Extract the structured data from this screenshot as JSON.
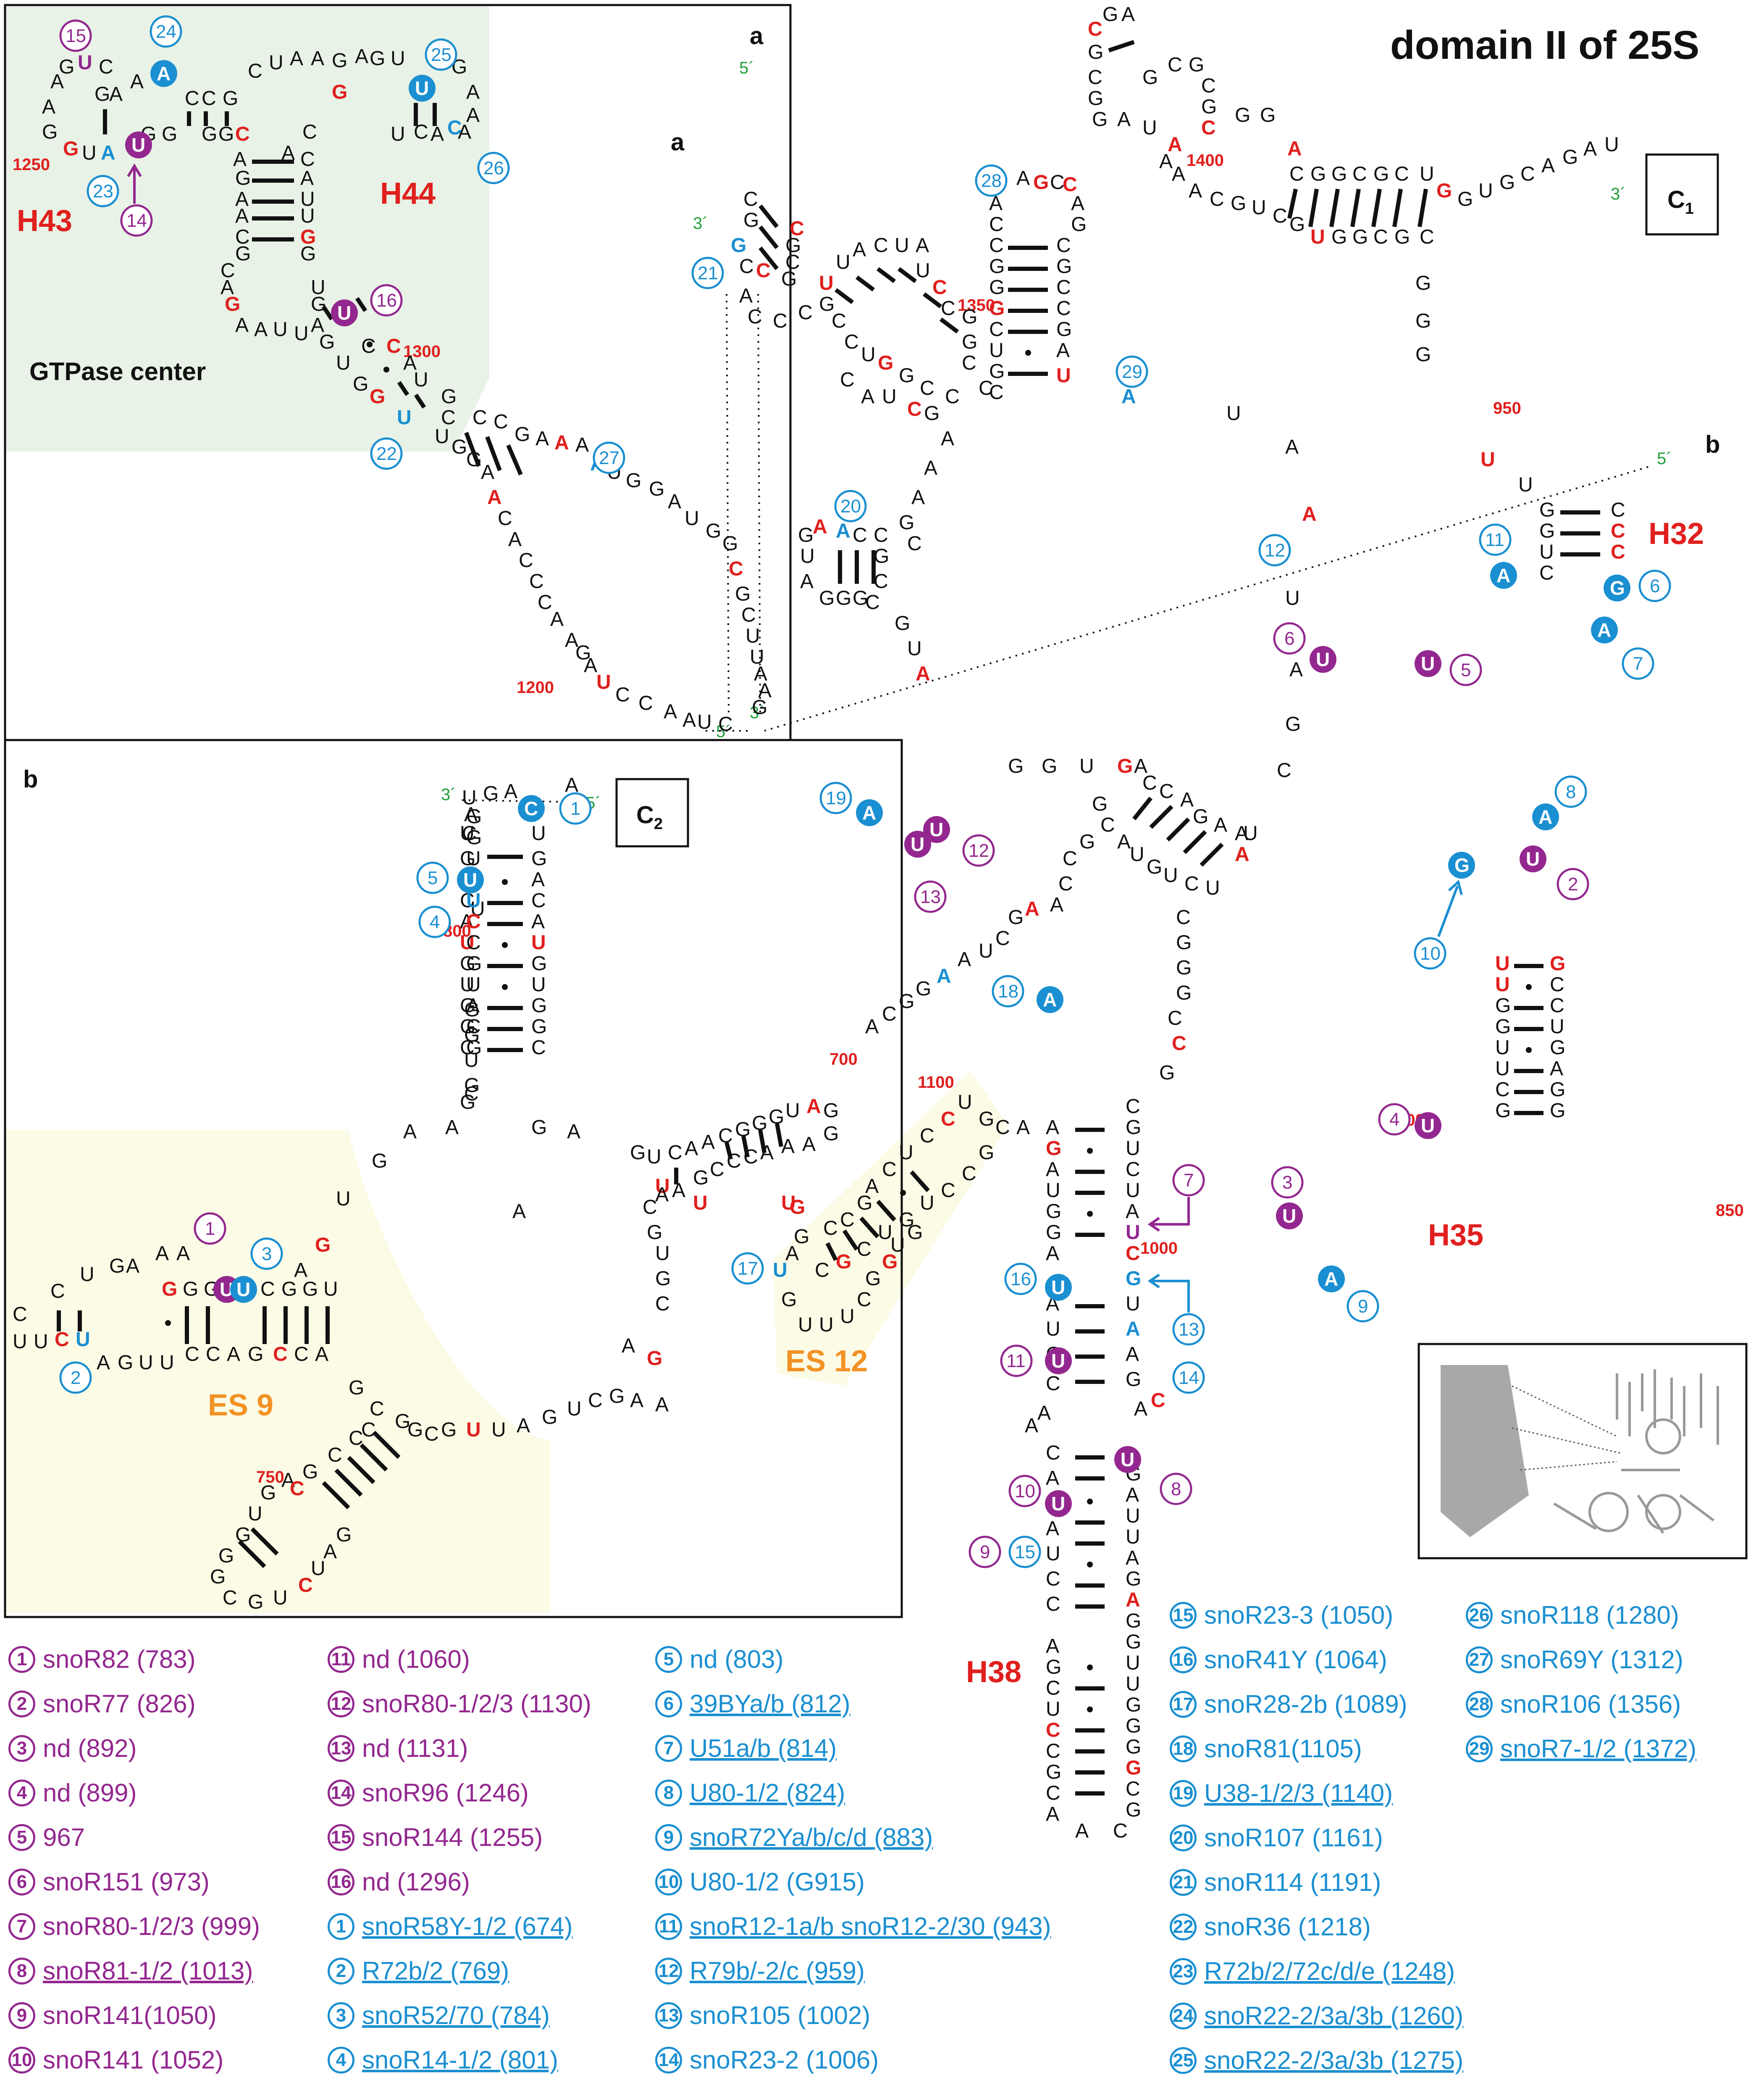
{
  "title": "domain II of 25S",
  "panels": {
    "a": "a",
    "b": "b",
    "c1": "C",
    "c1_sub": "1",
    "c2": "C",
    "c2_sub": "2"
  },
  "helix_labels": {
    "h43": "H43",
    "h44": "H44",
    "h32": "H32",
    "h35": "H35",
    "h38": "H38"
  },
  "es_labels": {
    "es9": "ES 9",
    "es12": "ES 12"
  },
  "gtpase_center": "GTPase center",
  "primes": {
    "five": "5´",
    "three": "3´"
  },
  "position_numbers": [
    "1250",
    "1300",
    "1200",
    "1350",
    "1400",
    "950",
    "1100",
    "700",
    "800",
    "750",
    "900",
    "1000",
    "850"
  ],
  "colors": {
    "red": "#e0201e",
    "blue": "#1a8fd1",
    "purple": "#93278f",
    "orange": "#f29225",
    "green_shade": "#e8f2e6",
    "yellow_shade": "#fbfbe6",
    "prime_green": "#1f9e3a"
  },
  "legend": [
    {
      "col": 0,
      "num": "1",
      "text": "snoR82 (783)",
      "color": "purple",
      "underline": false
    },
    {
      "col": 0,
      "num": "2",
      "text": "snoR77 (826)",
      "color": "purple",
      "underline": false
    },
    {
      "col": 0,
      "num": "3",
      "text": "nd (892)",
      "color": "purple",
      "underline": false
    },
    {
      "col": 0,
      "num": "4",
      "text": "nd (899)",
      "color": "purple",
      "underline": false
    },
    {
      "col": 0,
      "num": "5",
      "text": "967",
      "color": "purple",
      "underline": false
    },
    {
      "col": 0,
      "num": "6",
      "text": "snoR151 (973)",
      "color": "purple",
      "underline": false
    },
    {
      "col": 0,
      "num": "7",
      "text": "snoR80-1/2/3 (999)",
      "color": "purple",
      "underline": false
    },
    {
      "col": 0,
      "num": "8",
      "text": "snoR81-1/2 (1013)",
      "color": "purple",
      "underline": true
    },
    {
      "col": 0,
      "num": "9",
      "text": "snoR141(1050)",
      "color": "purple",
      "underline": false
    },
    {
      "col": 0,
      "num": "10",
      "text": "snoR141 (1052)",
      "color": "purple",
      "underline": false
    },
    {
      "col": 1,
      "num": "11",
      "text": "nd (1060)",
      "color": "purple",
      "underline": false
    },
    {
      "col": 1,
      "num": "12",
      "text": "snoR80-1/2/3 (1130)",
      "color": "purple",
      "underline": false
    },
    {
      "col": 1,
      "num": "13",
      "text": "nd (1131)",
      "color": "purple",
      "underline": false
    },
    {
      "col": 1,
      "num": "14",
      "text": "snoR96 (1246)",
      "color": "purple",
      "underline": false
    },
    {
      "col": 1,
      "num": "15",
      "text": "snoR144 (1255)",
      "color": "purple",
      "underline": false
    },
    {
      "col": 1,
      "num": "16",
      "text": "nd (1296)",
      "color": "purple",
      "underline": false
    },
    {
      "col": 1,
      "num": "1",
      "text": "snoR58Y-1/2 (674)",
      "color": "blue",
      "underline": true
    },
    {
      "col": 1,
      "num": "2",
      "text": "R72b/2 (769)",
      "color": "blue",
      "underline": true
    },
    {
      "col": 1,
      "num": "3",
      "text": "snoR52/70 (784)",
      "color": "blue",
      "underline": true
    },
    {
      "col": 1,
      "num": "4",
      "text": "snoR14-1/2 (801)",
      "color": "blue",
      "underline": true
    },
    {
      "col": 2,
      "num": "5",
      "text": "nd (803)",
      "color": "blue",
      "underline": false
    },
    {
      "col": 2,
      "num": "6",
      "text": "39BYa/b (812)",
      "color": "blue",
      "underline": true
    },
    {
      "col": 2,
      "num": "7",
      "text": "U51a/b (814)",
      "color": "blue",
      "underline": true
    },
    {
      "col": 2,
      "num": "8",
      "text": "U80-1/2 (824)",
      "color": "blue",
      "underline": true
    },
    {
      "col": 2,
      "num": "9",
      "text": "snoR72Ya/b/c/d (883)",
      "color": "blue",
      "underline": true
    },
    {
      "col": 2,
      "num": "10",
      "text": "U80-1/2 (G915)",
      "color": "blue",
      "underline": false
    },
    {
      "col": 2,
      "num": "11",
      "text": "snoR12-1a/b snoR12-2/30 (943)",
      "color": "blue",
      "underline": true
    },
    {
      "col": 2,
      "num": "12",
      "text": "R79b/-2/c (959)",
      "color": "blue",
      "underline": true
    },
    {
      "col": 2,
      "num": "13",
      "text": "snoR105 (1002)",
      "color": "blue",
      "underline": false
    },
    {
      "col": 2,
      "num": "14",
      "text": "snoR23-2 (1006)",
      "color": "blue",
      "underline": false
    },
    {
      "col": 3,
      "num": "15",
      "text": "snoR23-3 (1050)",
      "color": "blue",
      "underline": false
    },
    {
      "col": 3,
      "num": "16",
      "text": "snoR41Y (1064)",
      "color": "blue",
      "underline": false
    },
    {
      "col": 3,
      "num": "17",
      "text": "snoR28-2b (1089)",
      "color": "blue",
      "underline": false
    },
    {
      "col": 3,
      "num": "18",
      "text": "snoR81(1105)",
      "color": "blue",
      "underline": false
    },
    {
      "col": 3,
      "num": "19",
      "text": "U38-1/2/3 (1140)",
      "color": "blue",
      "underline": true
    },
    {
      "col": 3,
      "num": "20",
      "text": "snoR107 (1161)",
      "color": "blue",
      "underline": false
    },
    {
      "col": 3,
      "num": "21",
      "text": "snoR114 (1191)",
      "color": "blue",
      "underline": false
    },
    {
      "col": 3,
      "num": "22",
      "text": "snoR36 (1218)",
      "color": "blue",
      "underline": false
    },
    {
      "col": 3,
      "num": "23",
      "text": "R72b/2/72c/d/e (1248)",
      "color": "blue",
      "underline": true
    },
    {
      "col": 3,
      "num": "24",
      "text": "snoR22-2/3a/3b (1260)",
      "color": "blue",
      "underline": true
    },
    {
      "col": 3,
      "num": "25",
      "text": "snoR22-2/3a/3b (1275)",
      "color": "blue",
      "underline": true
    },
    {
      "col": 4,
      "num": "26",
      "text": "snoR118 (1280)",
      "color": "blue",
      "underline": false
    },
    {
      "col": 4,
      "num": "27",
      "text": "snoR69Y (1312)",
      "color": "blue",
      "underline": false
    },
    {
      "col": 4,
      "num": "28",
      "text": "snoR106 (1356)",
      "color": "blue",
      "underline": false
    },
    {
      "col": 4,
      "num": "29",
      "text": "snoR7-1/2 (1372)",
      "color": "blue",
      "underline": true
    }
  ]
}
